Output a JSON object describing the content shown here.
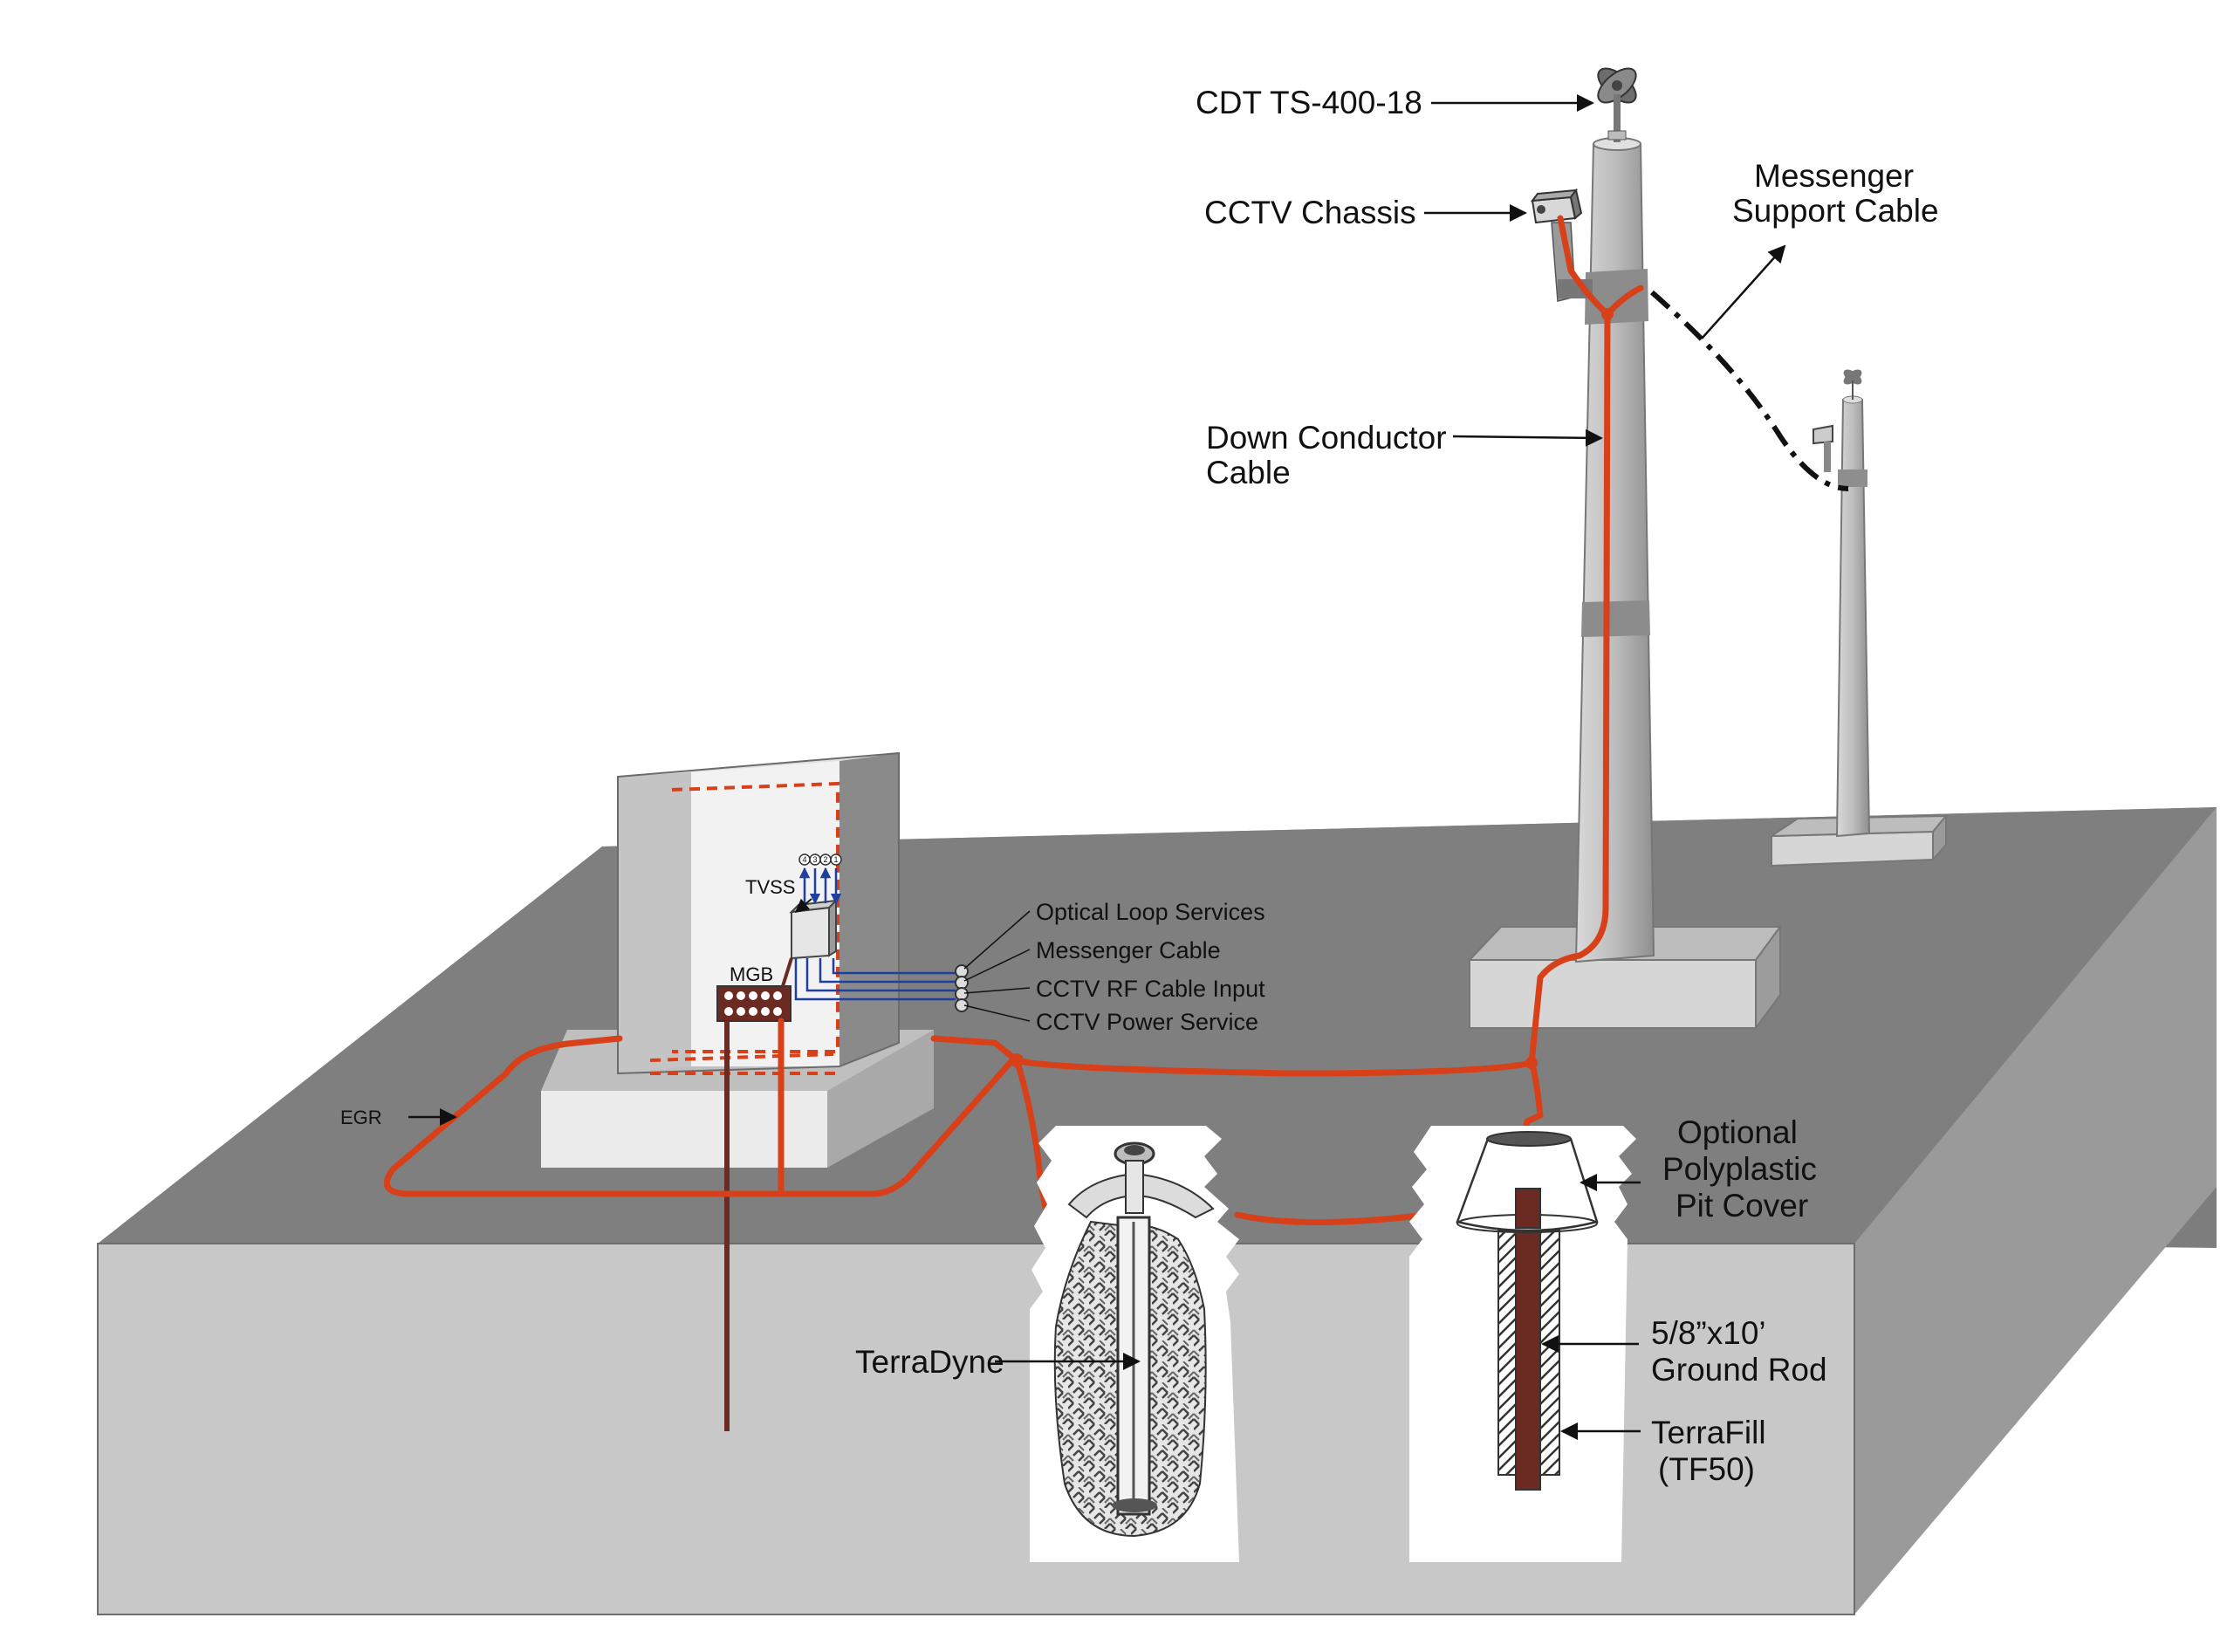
{
  "colors": {
    "ground_top": "#7d7d7d",
    "ground_front": "#c8c8c8",
    "ground_side": "#9a9a9a",
    "conductor": "#d8401a",
    "ground_rod": "#6b2a22",
    "blue_lines": "#1f3fa0",
    "pole": "#b9b9b9"
  },
  "labels": {
    "cdt": "CDT TS-400-18",
    "cctv_chassis": "CCTV Chassis",
    "messenger_support_1": "Messenger",
    "messenger_support_2": "Support Cable",
    "down_conductor_1": "Down Conductor",
    "down_conductor_2": "Cable",
    "tvss": "TVSS",
    "mgb": "MGB",
    "egr": "EGR",
    "optical_loop": "Optical Loop Services",
    "messenger_cable": "Messenger Cable",
    "cctv_rf": "CCTV RF Cable Input",
    "cctv_power": "CCTV Power Service",
    "pit_cover_1": "Optional",
    "pit_cover_2": "Polyplastic",
    "pit_cover_3": "Pit Cover",
    "ground_rod_1": "5/8”x10’",
    "ground_rod_2": "Ground Rod",
    "terrafill_1": "TerraFill",
    "terrafill_2": "(TF50)",
    "terradyne": "TerraDyne",
    "service_numbers": [
      "4",
      "3",
      "2",
      "1"
    ]
  }
}
